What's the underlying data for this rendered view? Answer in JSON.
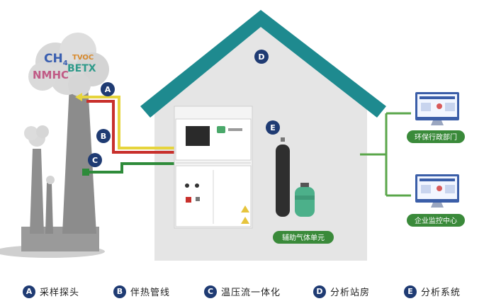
{
  "gases": {
    "ch4": "CH",
    "ch4_sub": "4",
    "tvoc": "TVOC",
    "nmhc": "NMHC",
    "betx": "BETX"
  },
  "markers": {
    "a": "A",
    "b": "B",
    "c": "C",
    "d": "D",
    "e": "E"
  },
  "labels": {
    "env_dept": "环保行政部门",
    "enterprise_center": "企业监控中心",
    "aux_gas_unit": "辅助气体单元"
  },
  "legend": [
    {
      "key": "A",
      "text": "采样探头"
    },
    {
      "key": "B",
      "text": "伴热管线"
    },
    {
      "key": "C",
      "text": "温压流一体化"
    },
    {
      "key": "D",
      "text": "分析站房"
    },
    {
      "key": "E",
      "text": "分析系统"
    }
  ],
  "colors": {
    "roof": "#1e8a8f",
    "house": "#e6e6e6",
    "badge": "#1f3b73",
    "line_yellow": "#e6d43c",
    "line_red": "#c8302c",
    "line_green": "#2e8b3a",
    "network_green": "#5aa64a"
  }
}
